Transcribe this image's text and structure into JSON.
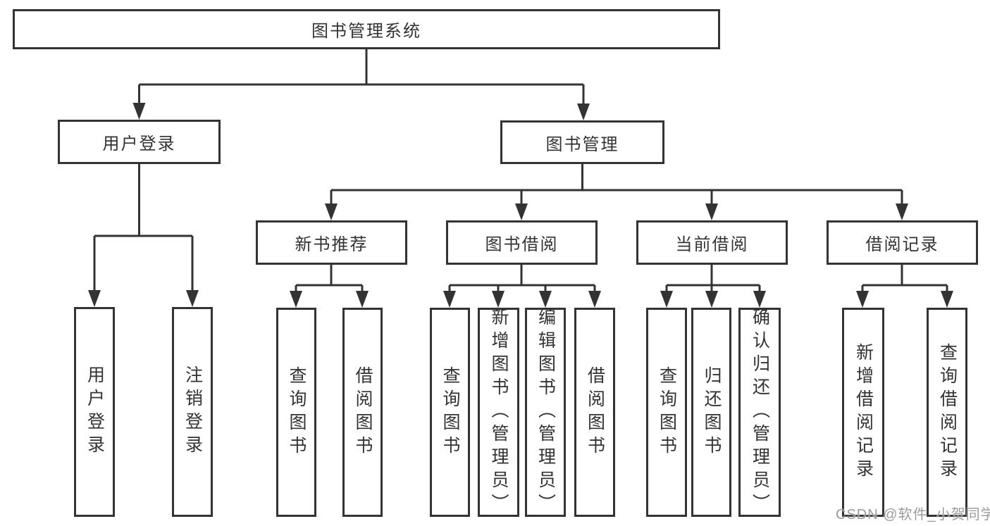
{
  "colors": {
    "background": "#ffffff",
    "line": "#333333",
    "box_border": "#333333",
    "text": "#333333",
    "watermark": "#969696"
  },
  "tree": {
    "root": "图书管理系统",
    "children": [
      {
        "label": "用户登录",
        "children": [
          {
            "label": "用户登录"
          },
          {
            "label": "注销登录"
          }
        ]
      },
      {
        "label": "图书管理",
        "children": [
          {
            "label": "新书推荐",
            "children": [
              {
                "label": "查询图书"
              },
              {
                "label": "借阅图书"
              }
            ]
          },
          {
            "label": "图书借阅",
            "children": [
              {
                "label": "查询图书"
              },
              {
                "label": "新增图书（管理员）"
              },
              {
                "label": "编辑图书（管理员）"
              },
              {
                "label": "借阅图书"
              }
            ]
          },
          {
            "label": "当前借阅",
            "children": [
              {
                "label": "查询图书"
              },
              {
                "label": "归还图书"
              },
              {
                "label": "确认归还（管理员）"
              }
            ]
          },
          {
            "label": "借阅记录",
            "children": [
              {
                "label": "新增借阅记录"
              },
              {
                "label": "查询借阅记录"
              }
            ]
          }
        ]
      }
    ]
  },
  "watermark": {
    "text": "CSDN @软件_小贺同学"
  }
}
